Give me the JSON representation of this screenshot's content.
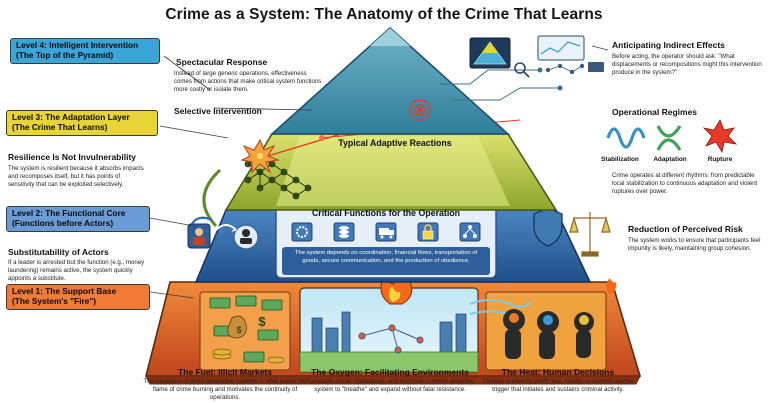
{
  "title": "Crime as a System: The Anatomy of the Crime That Learns",
  "levels": {
    "l4": {
      "line1": "Level 4: Intelligent Intervention",
      "line2": "(The Top of the Pyramid)",
      "color": "#2f9fd4"
    },
    "l3": {
      "line1": "Level 3: The Adaptation Layer",
      "line2": "(The Crime That Learns)",
      "color": "#e8d535"
    },
    "l2": {
      "line1": "Level 2: The Functional Core",
      "line2": "(Functions before Actors)",
      "color": "#5b8fd0"
    },
    "l1": {
      "line1": "Level 1: The Support Base",
      "line2": "(The System's \"Fire\")",
      "color": "#ee6a2a"
    }
  },
  "spectacular": {
    "heading": "Spectacular Response",
    "body": "Instead of large generic operations, effectiveness comes from actions that make critical system functions more costly or isolate them."
  },
  "selective": "Selective Intervention",
  "resilience": {
    "heading": "Resilience Is Not Invulnerability",
    "body": "The system is resilient because it absorbs impacts and recomposes itself, but it has points of sensitivity that can be exploited selectively."
  },
  "substitutability": {
    "heading": "Substitutability of Actors",
    "body": "If a leader is arrested but the function (e.g., money laundering) remains active, the system quickly appoints a substitute."
  },
  "anticipating": {
    "heading": "Anticipating Indirect Effects",
    "body": "Before acting, the operator should ask: \"What displacements or recompositions might this intervention produce in the system?\""
  },
  "regimes": {
    "heading": "Operational Regimes",
    "labels": [
      "Stabilization",
      "Adaptation",
      "Rupture"
    ],
    "body": "Crime operates at different rhythms: from predictable local stabilization to continuous adaptation and violent ruptures over power."
  },
  "risk": {
    "heading": "Reduction of Perceived Risk",
    "body": "The system works to ensure that participants feel impunity is likely, maintaining group cohesion."
  },
  "adaptive": "Typical Adaptive Reactions",
  "critical": {
    "heading": "Critical Functions for the Operation",
    "body": "The system depends on coordination, financial flows, transportation of goods, secure communication, and the production of obedience."
  },
  "fuel": {
    "heading": "The Fuel: Illicit Markets",
    "body": "The existence of profit-generating markets is what keeps the flame of crime burning and motivates the continuity of operations."
  },
  "oxygen": {
    "heading": "The Oxygen: Facilitating Environments",
    "body": "Favorable social, institutional, and territorial contexts allow the system to \"breathe\" and expand without fatal resistance."
  },
  "heat": {
    "heading": "The Heat: Human Decisions",
    "body": "Choices guided by profit, fear, loyalty, or survival are the trigger that initiates and sustains criminal activity."
  },
  "icons": [
    "pyramid-icon",
    "search-icon",
    "network-icon",
    "gear-icon",
    "coins-icon",
    "truck-icon",
    "lock-icon",
    "hierarchy-icon",
    "shield-icon",
    "scales-icon",
    "person-icon",
    "fire-icon",
    "money-icon",
    "city-icon",
    "heads-icon",
    "wave-icon",
    "burst-icon"
  ]
}
